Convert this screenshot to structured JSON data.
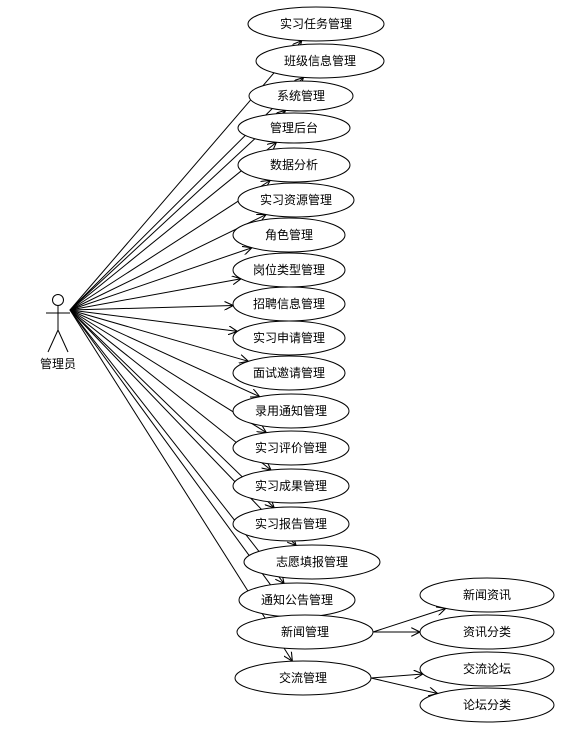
{
  "actor": {
    "name": "管理员",
    "icon": "stick-figure-actor-icon"
  },
  "use_cases": [
    {
      "id": "uc-internship-task",
      "label": "实习任务管理"
    },
    {
      "id": "uc-class-info",
      "label": "班级信息管理"
    },
    {
      "id": "uc-system",
      "label": "系统管理"
    },
    {
      "id": "uc-admin-backend",
      "label": "管理后台"
    },
    {
      "id": "uc-data-analysis",
      "label": "数据分析"
    },
    {
      "id": "uc-internship-resource",
      "label": "实习资源管理"
    },
    {
      "id": "uc-role",
      "label": "角色管理"
    },
    {
      "id": "uc-position-type",
      "label": "岗位类型管理"
    },
    {
      "id": "uc-recruitment-info",
      "label": "招聘信息管理"
    },
    {
      "id": "uc-internship-application",
      "label": "实习申请管理"
    },
    {
      "id": "uc-interview-invitation",
      "label": "面试邀请管理"
    },
    {
      "id": "uc-hiring-notice",
      "label": "录用通知管理"
    },
    {
      "id": "uc-internship-evaluation",
      "label": "实习评价管理"
    },
    {
      "id": "uc-internship-results",
      "label": "实习成果管理"
    },
    {
      "id": "uc-internship-report",
      "label": "实习报告管理"
    },
    {
      "id": "uc-volunteer-application",
      "label": "志愿填报管理"
    },
    {
      "id": "uc-announcement",
      "label": "通知公告管理"
    },
    {
      "id": "uc-news",
      "label": "新闻管理",
      "children": [
        {
          "id": "uc-news-info",
          "label": "新闻资讯"
        },
        {
          "id": "uc-news-category",
          "label": "资讯分类"
        }
      ]
    },
    {
      "id": "uc-forum",
      "label": "交流管理",
      "children": [
        {
          "id": "uc-forum-board",
          "label": "交流论坛"
        },
        {
          "id": "uc-forum-category",
          "label": "论坛分类"
        }
      ]
    }
  ],
  "colors": {
    "stroke": "#000000",
    "background": "#ffffff"
  }
}
